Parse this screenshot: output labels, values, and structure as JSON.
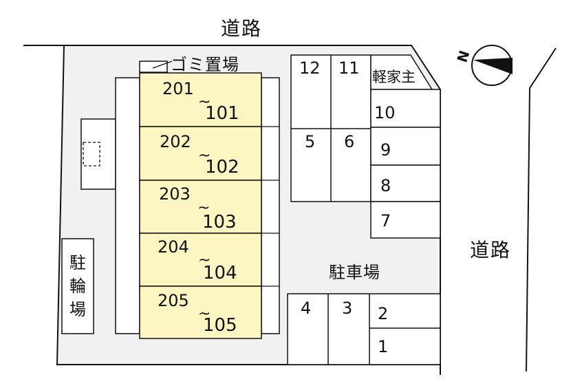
{
  "roads": {
    "top": "道路",
    "right": "道路"
  },
  "areas": {
    "garbage": "ゴミ置場",
    "parking": "駐車場",
    "bicycle": "駐輪場",
    "light_car": "軽家主"
  },
  "units": [
    {
      "upper": "201",
      "lower": "101"
    },
    {
      "upper": "202",
      "lower": "102"
    },
    {
      "upper": "203",
      "lower": "103"
    },
    {
      "upper": "204",
      "lower": "104"
    },
    {
      "upper": "205",
      "lower": "105"
    }
  ],
  "unit_separator": "~",
  "parking_spaces": [
    "1",
    "2",
    "3",
    "4",
    "5",
    "6",
    "7",
    "8",
    "9",
    "10",
    "11",
    "12"
  ],
  "compass": {
    "north_label": "N"
  },
  "colors": {
    "building": "#fbf6c2",
    "lot": "#f1f1f1",
    "stroke": "#111111"
  }
}
